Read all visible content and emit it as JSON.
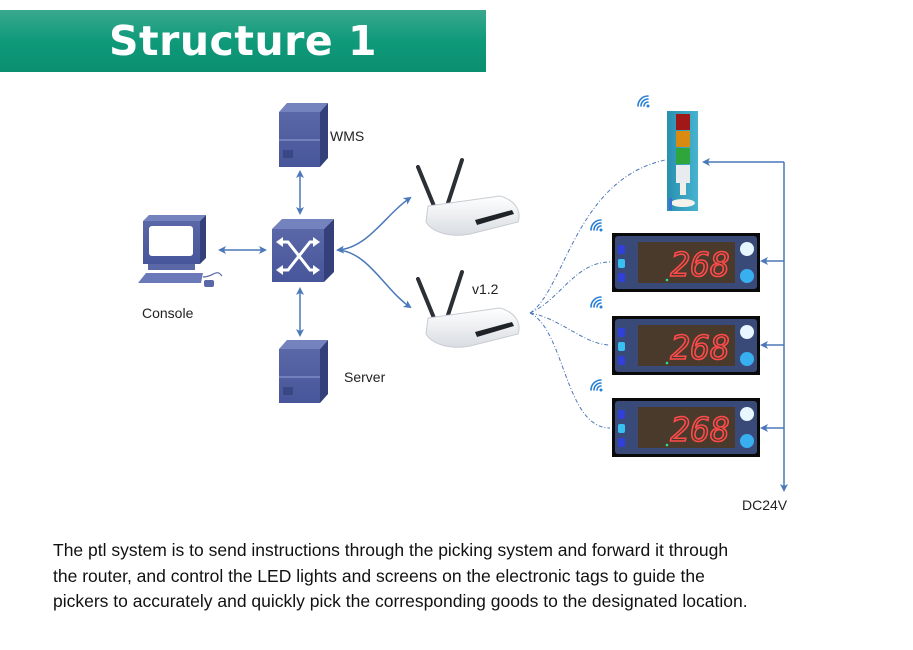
{
  "title": "Structure 1",
  "nodes": {
    "wms": "WMS",
    "console": "Console",
    "server": "Server",
    "router_version": "v1.2",
    "power": "DC24V"
  },
  "tags": [
    {
      "display": "268"
    },
    {
      "display": "268"
    },
    {
      "display": "268"
    }
  ],
  "colors": {
    "banner": "#0f9a7a",
    "device_blue": "#4a5a9a",
    "link_blue": "#4a78b8",
    "led_red": "#ff3b3b"
  },
  "description": [
    "The ptl system is to send instructions through the picking system and forward it through",
    "the router, and control the LED lights and screens on the electronic tags to guide the",
    "pickers to accurately and quickly pick the corresponding goods to the designated location."
  ]
}
